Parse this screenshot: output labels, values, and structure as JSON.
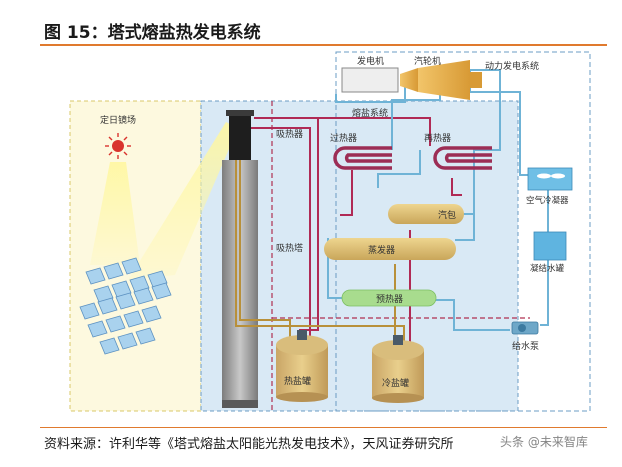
{
  "header": {
    "title": "图 15：塔式熔盐热发电系统"
  },
  "diagram": {
    "labels": {
      "heliostat_field": "定日镜场",
      "heat_absorber": "吸热器",
      "absorber_tower": "吸热塔",
      "molten_salt_system": "熔盐系统",
      "superheater": "过热器",
      "reheater": "再热器",
      "steam_drum": "汽包",
      "evaporator": "蒸发器",
      "preheater": "预热器",
      "hot_tank": "热盐罐",
      "cold_tank": "冷盐罐",
      "generator": "发电机",
      "turbine": "汽轮机",
      "power_system": "动力发电系统",
      "air_condenser": "空气冷凝器",
      "condensate_tank": "凝结水罐",
      "feed_pump": "给水泵"
    },
    "colors": {
      "hot_salt_pipe": "#b02a55",
      "cold_salt_pipe": "#b8903a",
      "water_pipe": "#6fb3d6",
      "field_bg": "#fdf9df",
      "salt_bg": "#d9e9f5",
      "vessel_gold": "#d8bb6e",
      "preheater_green": "#a8dc8e"
    }
  },
  "footer": {
    "source": "资料来源：许利华等《塔式熔盐太阳能光热发电技术》，天风证券研究所",
    "watermark": "头条 @未来智库"
  }
}
